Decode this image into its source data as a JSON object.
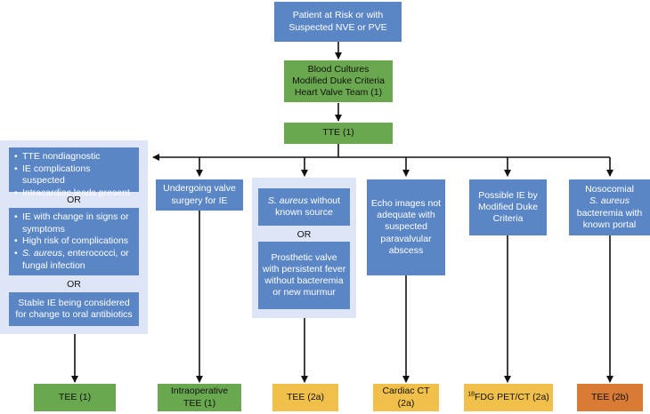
{
  "nodes": {
    "patient": "Patient at Risk or with Suspected NVE or PVE",
    "blood_cultures": [
      "Blood Cultures",
      "Modified Duke Criteria",
      "Heart Valve Team (1)"
    ],
    "tte": "TTE (1)"
  },
  "left_group": {
    "box1_items": [
      "TTE nondiagnostic",
      "IE complications suspected",
      "Intracardiac leads present"
    ],
    "or1": "OR",
    "box2_items": [
      "IE with change in signs or symptoms",
      "High risk of complications"
    ],
    "box2_item3_italic": "S. aureus",
    "box2_item3_rest": ", enterococci, or fungal infection",
    "or2": "OR",
    "box3": "Stable IE being considered for change to oral antibiotics",
    "outcome": "TEE (1)"
  },
  "col2": {
    "condition": "Undergoing valve surgery for IE",
    "outcome_line1": "Intraoperative",
    "outcome_line2": "TEE (1)"
  },
  "col3": {
    "cond1_italic": "S. aureus",
    "cond1_rest": " without known source",
    "or": "OR",
    "cond2": "Prosthetic valve with persistent fever without bacteremia or new murmur",
    "outcome": "TEE (2a)"
  },
  "col4": {
    "condition": "Echo images not adequate with suspected paravalvular abscess",
    "outcome_line1": "Cardiac CT",
    "outcome_line2": "(2a)"
  },
  "col5": {
    "condition": "Possible IE by Modified Duke Criteria",
    "outcome_sup": "18",
    "outcome_rest": "FDG PET/CT (2a)"
  },
  "col6": {
    "cond_line1": "Nosocomial",
    "cond_italic": "S. aureus",
    "cond_rest": "bacteremia with known portal",
    "outcome": "TEE (2b)"
  },
  "colors": {
    "blue": "#5b86c5",
    "panel": "#dde5f6",
    "green": "#6aa84f",
    "yellow": "#f1c04b",
    "orange": "#d97b34"
  }
}
